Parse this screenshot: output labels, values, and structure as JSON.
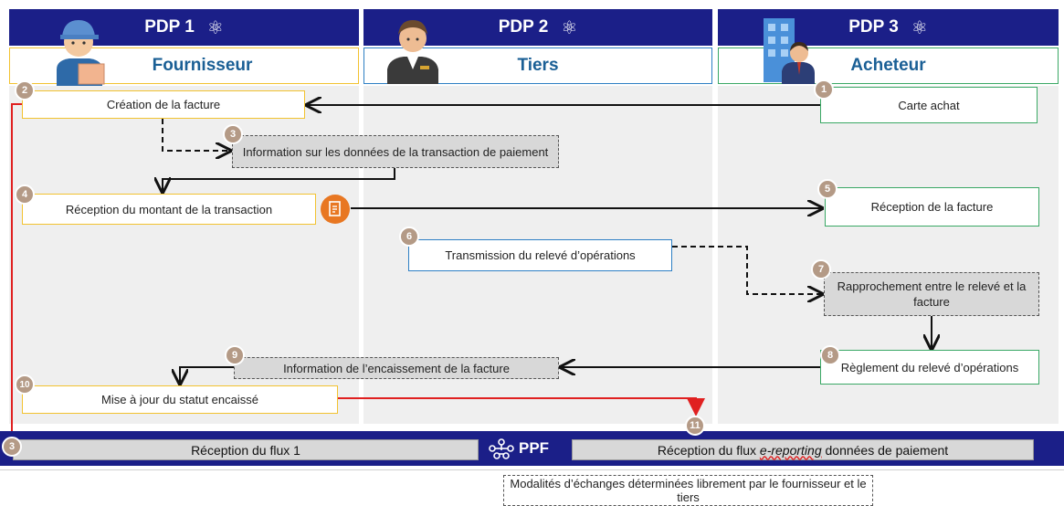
{
  "headers": {
    "pdp1": "PDP 1",
    "pdp2": "PDP 2",
    "pdp3": "PDP 3"
  },
  "roles": {
    "fournisseur": "Fournisseur",
    "tiers": "Tiers",
    "acheteur": "Acheteur"
  },
  "steps": {
    "s1": {
      "num": "1",
      "text": "Carte achat"
    },
    "s2": {
      "num": "2",
      "text": "Création de la facture"
    },
    "s3": {
      "num": "3",
      "text": "Information sur les données de la transaction de paiement"
    },
    "s4": {
      "num": "4",
      "text": "Réception du montant de la transaction"
    },
    "s5": {
      "num": "5",
      "text": "Réception de la facture"
    },
    "s6": {
      "num": "6",
      "text": "Transmission du relevé d’opérations"
    },
    "s7": {
      "num": "7",
      "text": "Rapprochement entre le relevé et la facture"
    },
    "s8": {
      "num": "8",
      "text": "Règlement du relevé d’opérations"
    },
    "s9": {
      "num": "9",
      "text": "Information de l’encaissement de la facture"
    },
    "s10": {
      "num": "10",
      "text": "Mise à jour du statut encaissé"
    },
    "s11": {
      "num": "11"
    }
  },
  "ppf": {
    "label": "PPF",
    "flux1_num": "3",
    "flux1": "Réception du flux 1",
    "flux_ereport_prefix": "Réception du flux ",
    "flux_ereport_em": "e-reporting",
    "flux_ereport_suffix": " données de paiement"
  },
  "note": "Modalités d’échanges déterminées librement par le fournisseur et le tiers",
  "icons": [
    "atom-icon",
    "supplier-avatar-icon",
    "third-party-avatar-icon",
    "buyer-building-icon",
    "invoice-icon",
    "ppf-network-icon"
  ]
}
